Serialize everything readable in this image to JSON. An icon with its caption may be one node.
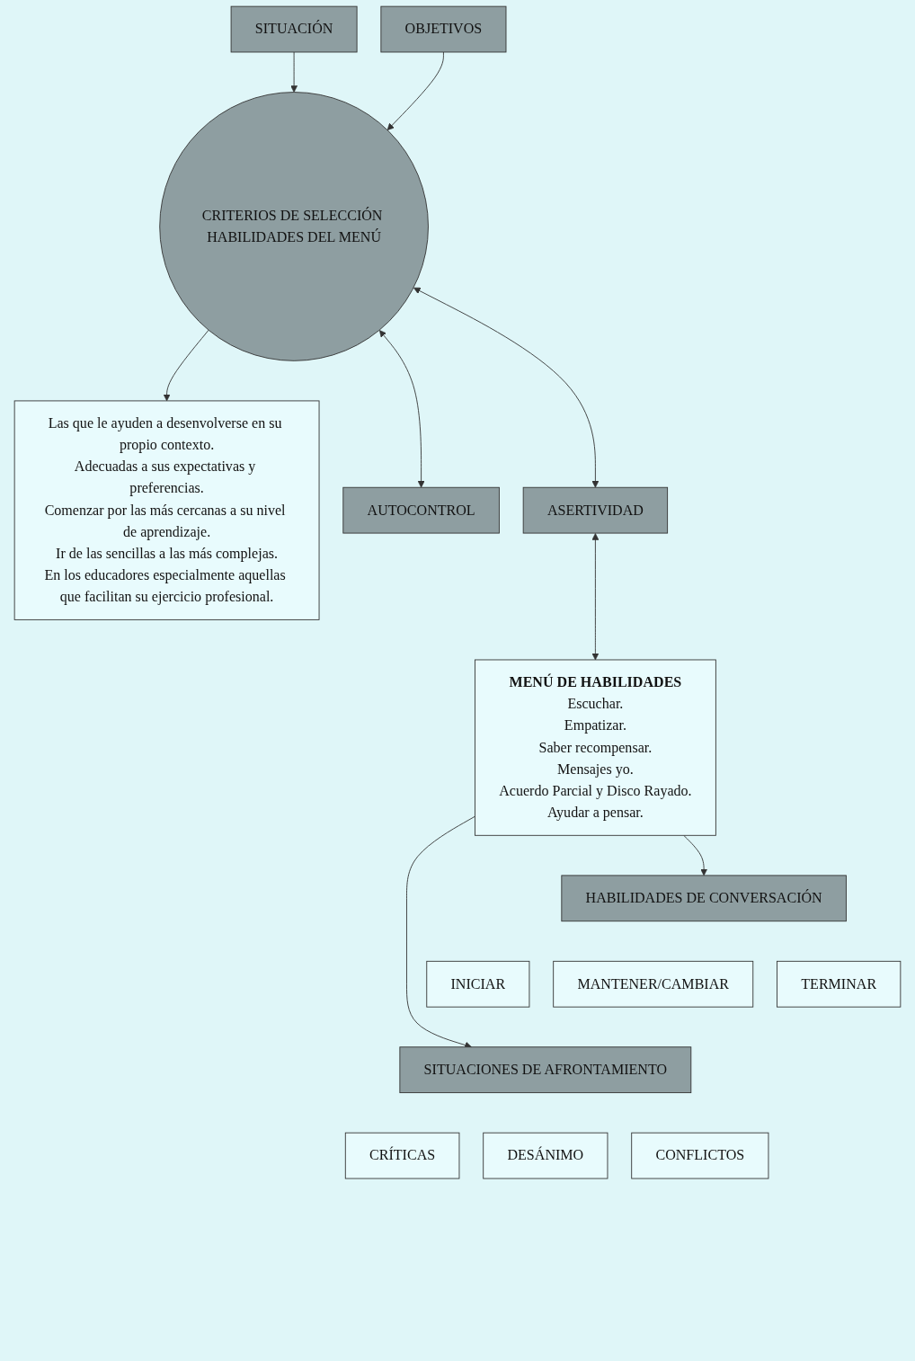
{
  "diagram": {
    "nodes": [
      {
        "text": [
          "SITUACIÓN"
        ]
      },
      {
        "text": [
          "OBJETIVOS"
        ]
      },
      {
        "text": [
          "CRITERIOS DE SELECCIÓN HABILIDADES DEL MENÚ"
        ]
      },
      {
        "text": [
          "Las que le ayuden a desenvolverse en su propio contexto.",
          "Adecuadas a sus expectativas y preferencias.",
          "Comenzar por las más cercanas a su nivel de aprendizaje.",
          "Ir de las sencillas a las más complejas.",
          "En los educadores especialmente aquellas que facilitan su ejercicio profesional."
        ]
      },
      {
        "text": [
          "AUTOCONTROL"
        ]
      },
      {
        "text": [
          "ASERTIVIDAD"
        ]
      },
      {
        "text": [
          "MENÚ DE HABILIDADES",
          "Escuchar.",
          "Empatizar.",
          "Saber recompensar.",
          "Mensajes yo.",
          "Acuerdo Parcial y Disco Rayado.",
          "Ayudar a pensar."
        ]
      },
      {
        "text": [
          "HABILIDADES DE CONVERSACIÓN"
        ]
      },
      {
        "text": [
          "INICIAR"
        ]
      },
      {
        "text": [
          "MANTENER/CAMBIAR"
        ]
      },
      {
        "text": [
          "TERMINAR"
        ]
      },
      {
        "text": [
          "SITUACIONES DE AFRONTAMIENTO"
        ]
      },
      {
        "text": [
          "CRÍTICAS"
        ]
      },
      {
        "text": [
          "DESÁNIMO"
        ]
      },
      {
        "text": [
          "CONFLICTOS"
        ]
      }
    ],
    "edges": [
      {
        "from": 0,
        "to": 2,
        "arrow": "to"
      },
      {
        "from": 1,
        "to": 2,
        "arrow": "to"
      },
      {
        "from": 2,
        "to": 3,
        "arrow": "to"
      },
      {
        "from": 2,
        "to": 4,
        "arrow": "both"
      },
      {
        "from": 2,
        "to": 5,
        "arrow": "both"
      },
      {
        "from": 6,
        "to": 5,
        "arrow": "both"
      },
      {
        "from": 6,
        "to": 7,
        "arrow": "to"
      },
      {
        "from": 6,
        "to": 11,
        "arrow": "to"
      }
    ]
  }
}
